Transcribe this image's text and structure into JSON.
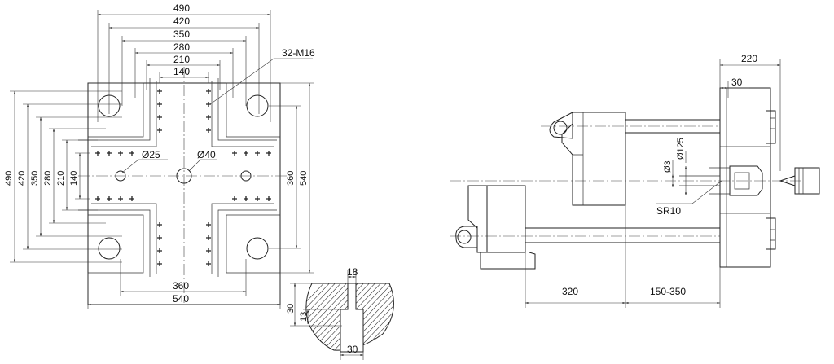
{
  "platen_view": {
    "horizontal_dims": [
      "490",
      "420",
      "350",
      "280",
      "210",
      "140"
    ],
    "vertical_dims": [
      "490",
      "420",
      "350",
      "280",
      "210",
      "140"
    ],
    "right_dims": [
      "360",
      "540"
    ],
    "bottom_dims": [
      "360",
      "540"
    ],
    "thread_label": "32-M16",
    "hole_labels": [
      "Ø25",
      "Ø40"
    ]
  },
  "tslot_detail": {
    "top_width": "18",
    "bottom_width": "30",
    "depth_total": "30",
    "depth_slot": "13"
  },
  "side_view": {
    "top_dims": [
      "220",
      "30"
    ],
    "nozzle_dims": [
      "Ø3",
      "Ø125"
    ],
    "radius_label": "SR10",
    "bottom_dims": [
      "320",
      "150-350"
    ]
  }
}
